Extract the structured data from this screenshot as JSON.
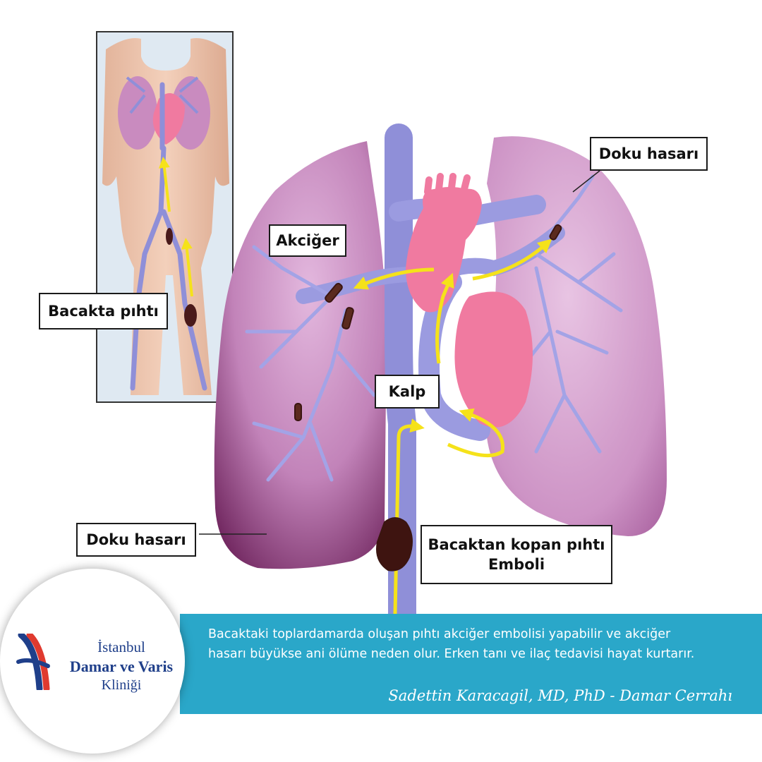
{
  "labels": {
    "bacakta_pihti": "Bacakta pıhtı",
    "akciger": "Akciğer",
    "doku_hasari_top": "Doku hasarı",
    "kalp": "Kalp",
    "doku_hasari_bottom": "Doku hasarı",
    "bacaktan_kopan_line1": "Bacaktan kopan pıhtı",
    "bacaktan_kopan_line2": "Emboli"
  },
  "banner": {
    "line1": "Bacaktaki toplardamarda oluşan pıhtı akciğer embolisi yapabilir  ve akciğer",
    "line2": "hasarı büyükse ani ölüme neden olur. Erken tanı ve ilaç tedavisi hayat kurtarır.",
    "signature": "Sadettin Karacagil, MD, PhD - Damar Cerrahı"
  },
  "logo": {
    "line1": "İstanbul",
    "line2": "Damar ve Varis",
    "line3": "Kliniği"
  },
  "colors": {
    "banner": "#2aa7c9",
    "lung": "#c98bbf",
    "lung_dark": "#5a1a4a",
    "vessel": "#8f8fd8",
    "heart": "#f07aa0",
    "arrow": "#f5e21a",
    "clot": "#4a1a1a",
    "logo_blue": "#1f3f8a"
  }
}
